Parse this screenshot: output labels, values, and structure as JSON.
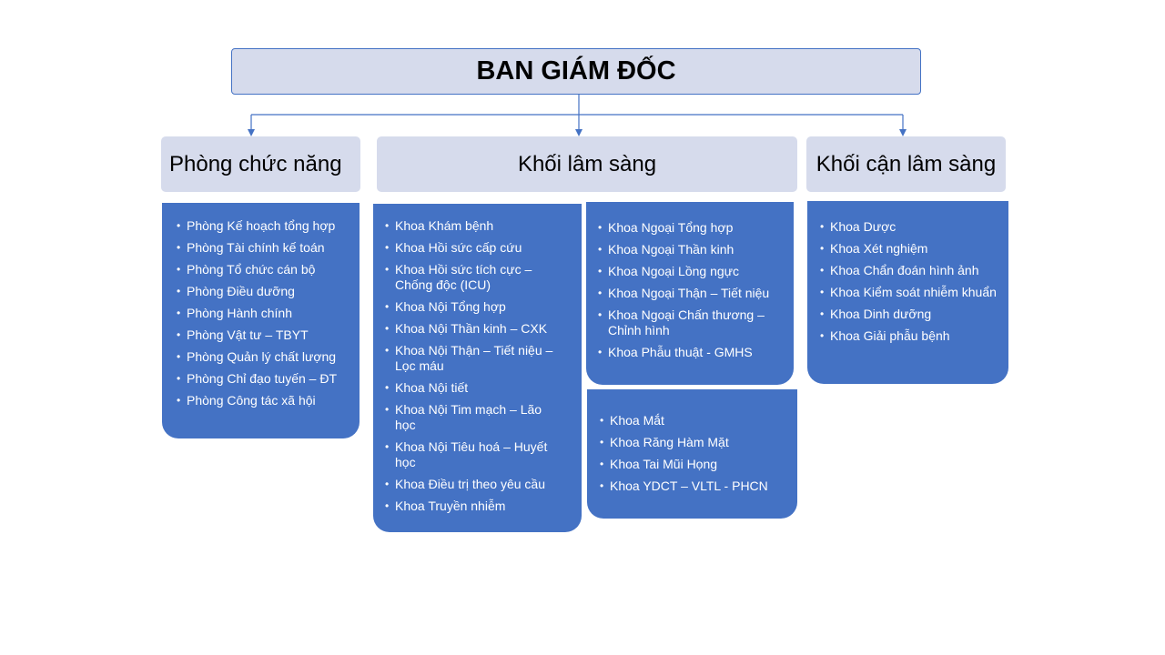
{
  "top": {
    "title": "BAN GIÁM ĐỐC"
  },
  "headers": {
    "phong": "Phòng chức năng",
    "lam_sang": "Khối lâm sàng",
    "can_lam_sang": "Khối cận lâm sàng"
  },
  "lists": {
    "phong": [
      "Phòng Kế hoạch tổng hợp",
      "Phòng Tài chính kế toán",
      "Phòng Tổ chức cán bộ",
      "Phòng Điều dưỡng",
      "Phòng Hành chính",
      "Phòng Vật tư – TBYT",
      "Phòng Quản lý chất lượng",
      "Phòng Chỉ đạo tuyến – ĐT",
      "Phòng Công tác xã hội"
    ],
    "noi": [
      "Khoa Khám bệnh",
      "Khoa Hồi sức cấp cứu",
      "Khoa Hồi sức tích cực – Chống độc (ICU)",
      "Khoa Nội Tổng hợp",
      "Khoa Nội Thần kinh – CXK",
      "Khoa Nội Thận – Tiết niệu – Lọc máu",
      "Khoa Nội tiết",
      "Khoa Nội Tim mạch – Lão học",
      "Khoa Nội Tiêu hoá – Huyết học",
      "Khoa Điều trị theo yêu cầu",
      "Khoa Truyền nhiễm"
    ],
    "ngoai": [
      "Khoa Ngoại Tổng hợp",
      "Khoa Ngoại Thần kinh",
      "Khoa Ngoại Lồng ngực",
      "Khoa Ngoại Thận – Tiết niệu",
      "Khoa Ngoại Chấn thương – Chỉnh hình",
      "Khoa Phẫu thuật - GMHS"
    ],
    "chuyen_khoa": [
      "Khoa Mắt",
      "Khoa Răng Hàm Mặt",
      "Khoa Tai Mũi Họng",
      "Khoa YDCT – VLTL - PHCN"
    ],
    "can_lam_sang": [
      "Khoa Dược",
      "Khoa Xét nghiệm",
      "Khoa Chẩn đoán hình ảnh",
      "Khoa Kiểm soát nhiễm khuẩn",
      "Khoa Dinh dưỡng",
      "Khoa Giải phẫu bệnh"
    ]
  },
  "colors": {
    "header_fill": "#d6dbec",
    "list_fill": "#4472c4",
    "connector": "#4472c4"
  }
}
